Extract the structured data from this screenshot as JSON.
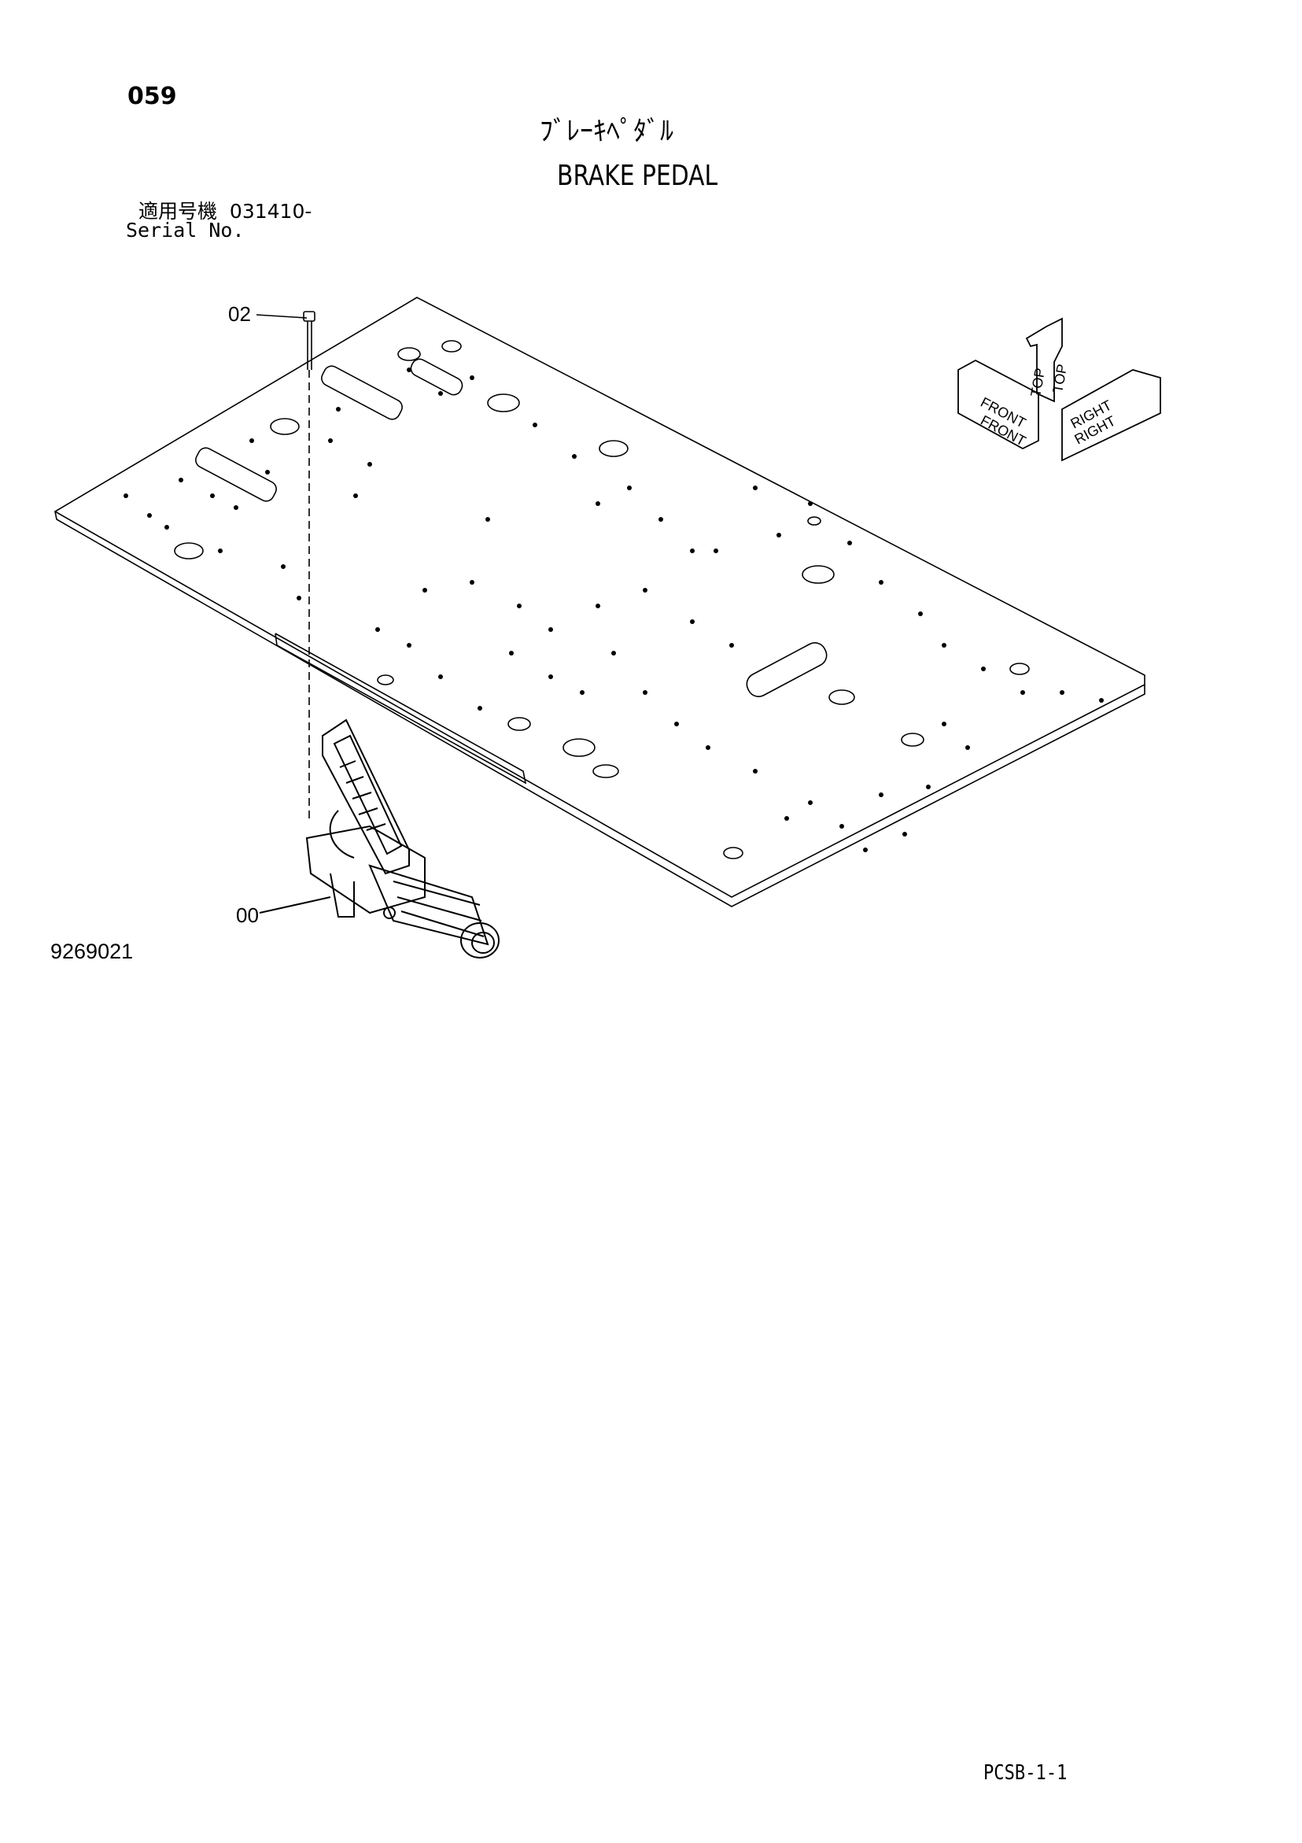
{
  "header": {
    "page_number": "059",
    "title_japanese": "ﾌﾞﾚｰｷﾍﾟﾀﾞﾙ",
    "title_english": "BRAKE PEDAL",
    "serial_label_japanese": "適用号機",
    "serial_value": "031410-",
    "serial_label_english": "Serial No."
  },
  "diagram": {
    "callouts": [
      {
        "label": "02",
        "part": "bolt"
      },
      {
        "label": "00",
        "part": "brake pedal assembly"
      }
    ],
    "orientation_labels": [
      "TOP",
      "FRONT",
      "RIGHT"
    ]
  },
  "footer": {
    "drawing_number": "9269021",
    "sheet_code": "PCSB-1-1"
  }
}
